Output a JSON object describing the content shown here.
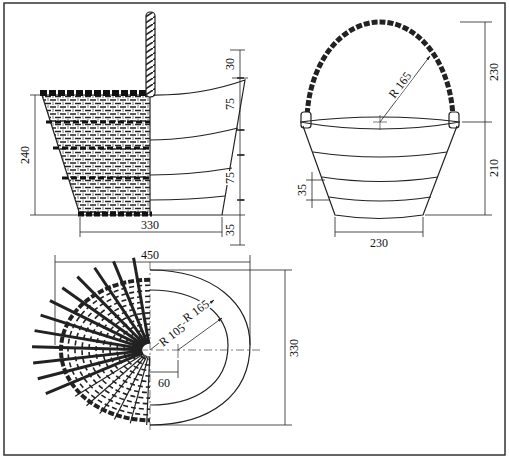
{
  "diagram": {
    "labels": [
      "240",
      "30",
      "75",
      "75",
      "35",
      "330",
      "R 165",
      "230",
      "210",
      "35",
      "230",
      "450",
      "R 105",
      "R 165",
      "60",
      "330"
    ]
  }
}
